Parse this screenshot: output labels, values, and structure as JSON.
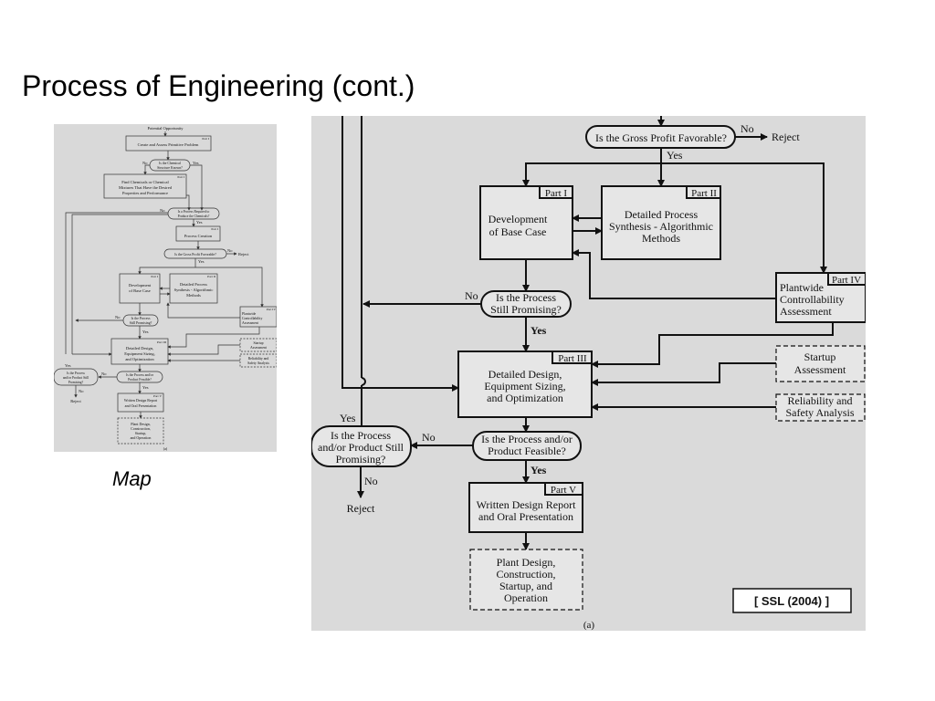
{
  "slide": {
    "title": "Process of Engineering (cont.)",
    "map_caption": "Map"
  },
  "map": {
    "top": "Potential Opportunity",
    "box1": "Create and Assess Primitive Problem",
    "box1_part": "Part I",
    "q1_1": "Is the Chemical",
    "q1_2": "Structure Known?",
    "box2_1": "Find Chemicals or Chemical",
    "box2_2": "Mixtures That Have the Desired",
    "box2_3": "Properties and Performance",
    "box2_part": "Part I",
    "q2_1": "Is a Process Required to",
    "q2_2": "Produce the Chemicals?",
    "box3": "Process Creation",
    "box3_part": "Part I",
    "q3": "Is the Gross Profit Favorable?",
    "box4_1": "Development",
    "box4_2": "of Base Case",
    "box4_part": "Part I",
    "box5_1": "Detailed Process",
    "box5_2": "Synthesis - Algorithmic",
    "box5_3": "Methods",
    "box5_part": "Part II",
    "box6_1": "Plantwide",
    "box6_2": "Controllability",
    "box6_3": "Assessment",
    "box6_part": "Part IV",
    "q4_1": "Is the Process",
    "q4_2": "Still Promising?",
    "box7_1": "Detailed Design,",
    "box7_2": "Equipment Sizing,",
    "box7_3": "and Optimization",
    "box7_part": "Part III",
    "side1_1": "Startup",
    "side1_2": "Assessment",
    "side2_1": "Reliability and",
    "side2_2": "Safety Analysis",
    "q5_1": "Is the Process and/or",
    "q5_2": "Product Feasible?",
    "q6_1": "Is the Process",
    "q6_2": "and/or Product Still",
    "q6_3": "Promising?",
    "box8_1": "Written Design Report",
    "box8_2": "and Oral Presentation",
    "box8_part": "Part V",
    "box9_1": "Plant Design,",
    "box9_2": "Construction,",
    "box9_3": "Startup,",
    "box9_4": "and Operation",
    "yes": "Yes",
    "no": "No",
    "reject": "Reject",
    "label": "(a)"
  },
  "flow": {
    "gross_profit_q": "Is the Gross Profit Favorable?",
    "no": "No",
    "yes": "Yes",
    "reject": "Reject",
    "part1_tag": "Part I",
    "base_case_1": "Development",
    "base_case_2": "of Base Case",
    "part2_tag": "Part II",
    "synthesis_1": "Detailed Process",
    "synthesis_2": "Synthesis - Algorithmic",
    "synthesis_3": "Methods",
    "part4_tag": "Part IV",
    "plantwide_1": "Plantwide",
    "plantwide_2": "Controllability",
    "plantwide_3": "Assessment",
    "still_promising_1": "Is the Process",
    "still_promising_2": "Still Promising?",
    "part3_tag": "Part III",
    "detailed_1": "Detailed Design,",
    "detailed_2": "Equipment Sizing,",
    "detailed_3": "and Optimization",
    "startup_1": "Startup",
    "startup_2": "Assessment",
    "reliability_1": "Reliability and",
    "reliability_2": "Safety Analysis",
    "feasible_1": "Is the Process and/or",
    "feasible_2": "Product Feasible?",
    "product_still_1": "Is the Process",
    "product_still_2": "and/or Product Still",
    "product_still_3": "Promising?",
    "part5_tag": "Part V",
    "report_1": "Written Design Report",
    "report_2": "and Oral Presentation",
    "plant_1": "Plant Design,",
    "plant_2": "Construction,",
    "plant_3": "Startup, and",
    "plant_4": "Operation",
    "citation": "[ SSL (2004) ]",
    "figure_label": "(a)"
  }
}
